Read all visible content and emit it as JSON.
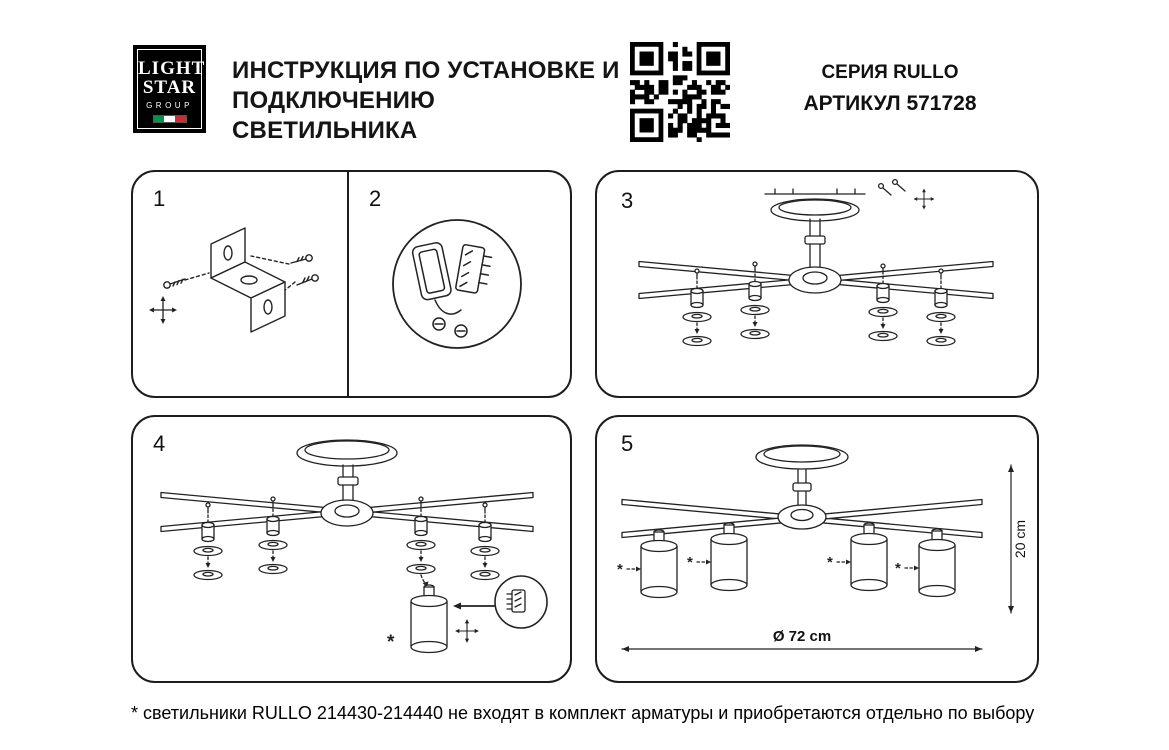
{
  "header": {
    "logo": {
      "line1": "LIGHT",
      "line2": "STAR",
      "line3": "GROUP"
    },
    "title_line1": "ИНСТРУКЦИЯ ПО УСТАНОВКЕ И",
    "title_line2": "ПОДКЛЮЧЕНИЮ СВЕТИЛЬНИКА",
    "series": "СЕРИЯ RULLO",
    "article": "АРТИКУЛ 571728"
  },
  "steps": {
    "s1": "1",
    "s2": "2",
    "s3": "3",
    "s4": "4",
    "s5": "5"
  },
  "annotations": {
    "asterisk": "*"
  },
  "dimensions": {
    "diameter": "Ø 72 cm",
    "height": "20 cm"
  },
  "colors": {
    "ink": "#1d1d1d",
    "flag_green": "#009246",
    "flag_white": "#ffffff",
    "flag_red": "#ce2b37"
  },
  "footnote": "* светильники RULLO 214430-214440 не входят в комплект арматуры и приобретаются отдельно по выбору"
}
